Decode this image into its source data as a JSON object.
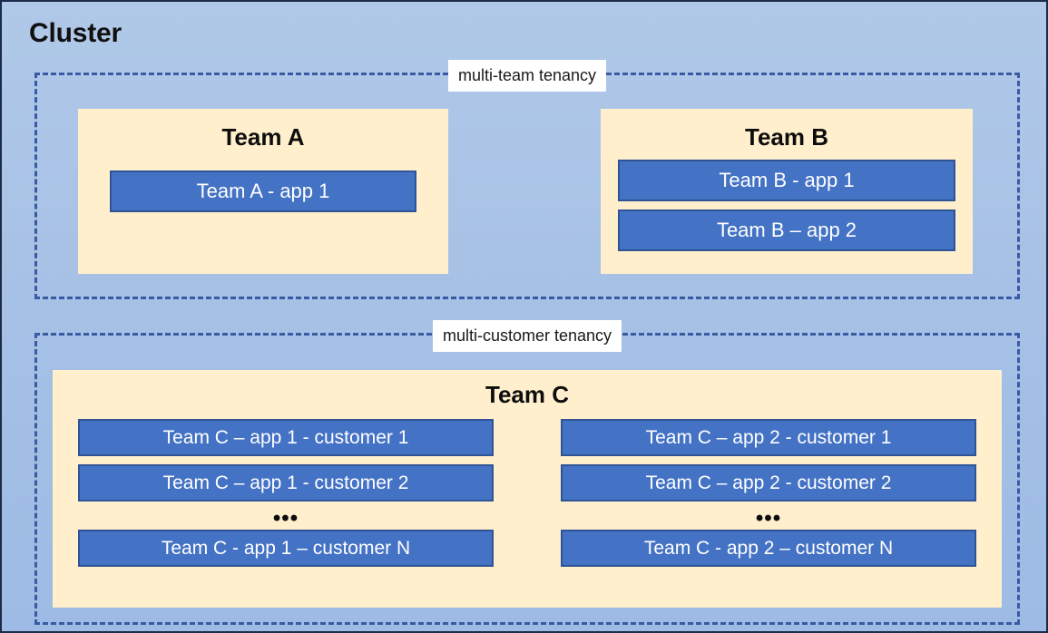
{
  "diagram": {
    "title": "Cluster",
    "colors": {
      "canvas_background": "#a9c3e6",
      "canvas_border": "#1b2b48",
      "tenancy_border": "#3a5ba3",
      "team_fill": "#ffefcc",
      "app_fill": "#4472c4",
      "app_border": "#2f5496",
      "app_text": "#ffffff",
      "label_background": "#ffffff",
      "title_text": "#101010"
    },
    "groups": [
      {
        "id": "multi-team",
        "label": "multi-team tenancy",
        "teams": [
          {
            "id": "team-a",
            "title": "Team A",
            "apps": [
              {
                "label": "Team A - app 1"
              }
            ]
          },
          {
            "id": "team-b",
            "title": "Team B",
            "apps": [
              {
                "label": "Team B - app 1"
              },
              {
                "label": "Team B – app 2"
              }
            ]
          }
        ]
      },
      {
        "id": "multi-customer",
        "label": "multi-customer tenancy",
        "teams": [
          {
            "id": "team-c",
            "title": "Team C",
            "columns": [
              {
                "id": "team-c-app-1",
                "apps": [
                  {
                    "label": "Team C – app 1 - customer 1"
                  },
                  {
                    "label": "Team C – app 1 - customer 2"
                  }
                ],
                "ellipsis": "•••",
                "last_app": {
                  "label": "Team C - app 1 – customer N"
                }
              },
              {
                "id": "team-c-app-2",
                "apps": [
                  {
                    "label": "Team C – app 2 - customer 1"
                  },
                  {
                    "label": "Team C – app 2 - customer 2"
                  }
                ],
                "ellipsis": "•••",
                "last_app": {
                  "label": "Team C - app 2 – customer N"
                }
              }
            ]
          }
        ]
      }
    ]
  }
}
